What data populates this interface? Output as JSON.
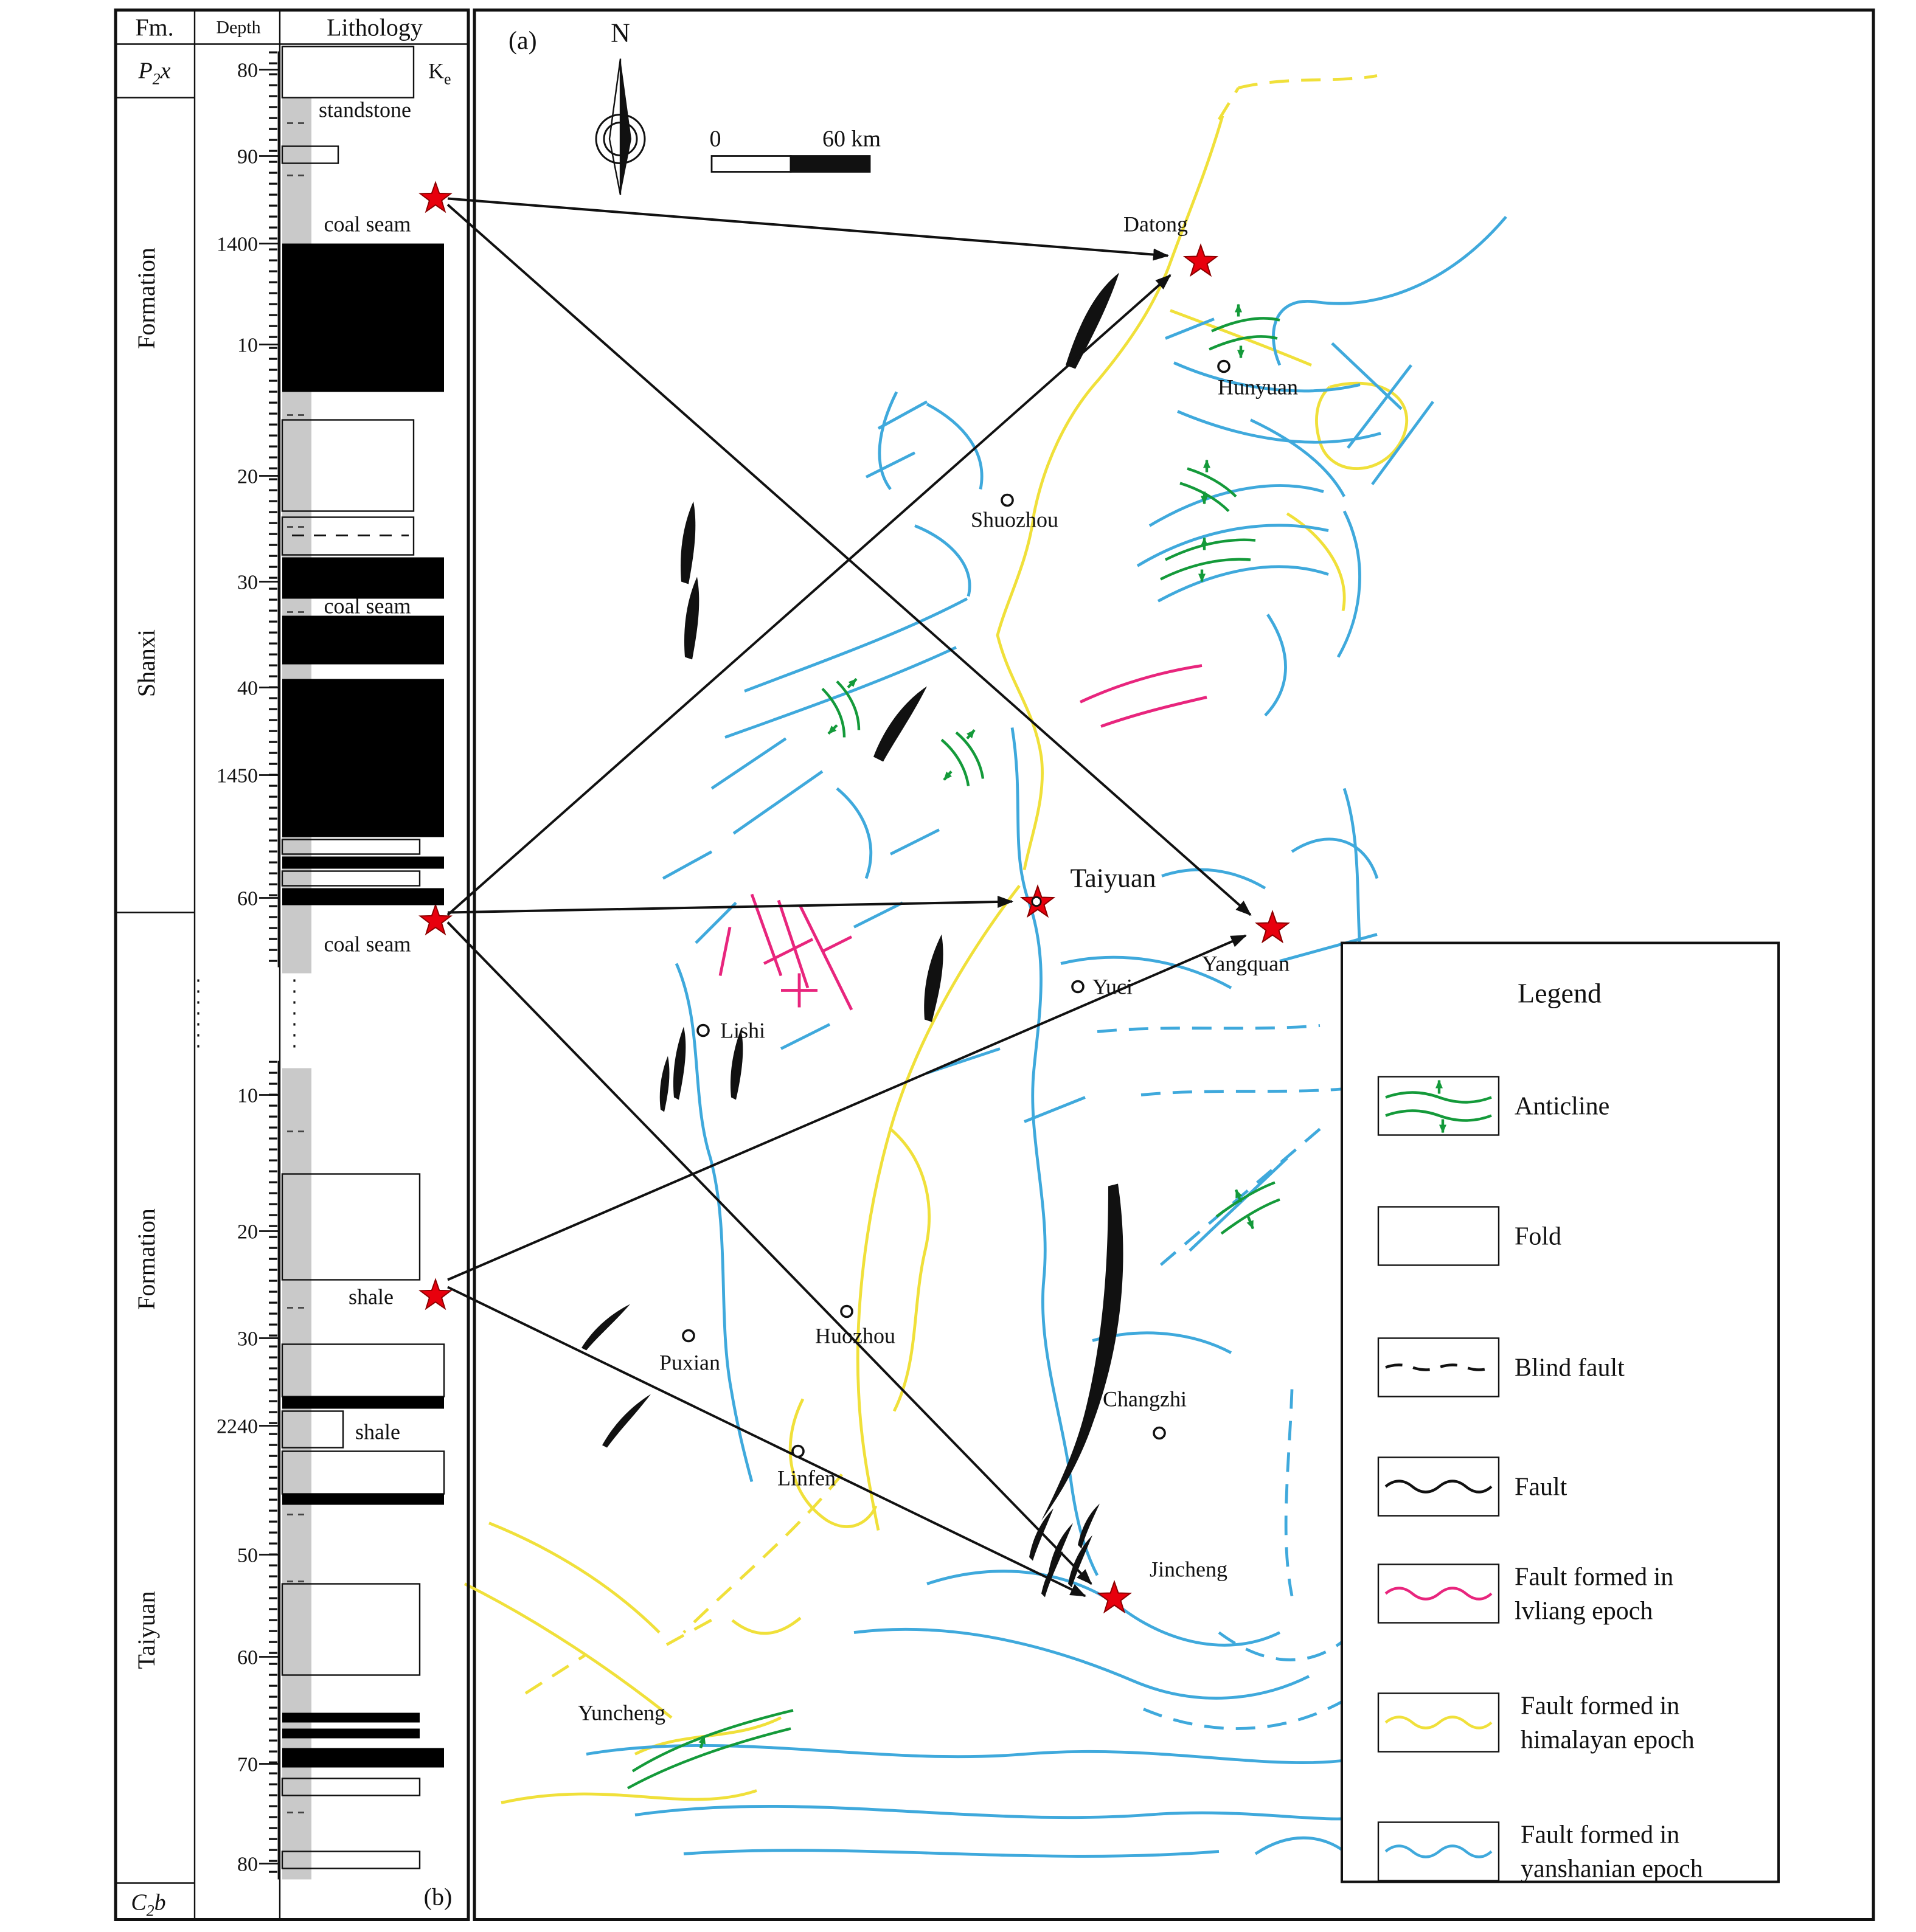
{
  "colors": {
    "star_red": "#e8000d",
    "fault_yanshanian": "#3fa9dc",
    "fault_himalayan": "#f0e03a",
    "fault_lvliang": "#e8257d",
    "anticline_green": "#149a3a",
    "coal_black": "#000000",
    "sandstone_yellow": "#f9ee6a",
    "limestone_blue": "#bfe6f8",
    "column_gray": "#c9c9c9"
  },
  "panel": {
    "a_label": "(a)",
    "b_label": "(b)"
  },
  "strat": {
    "headers": {
      "fm": "Fm.",
      "depth": "Depth",
      "lithology": "Lithology"
    },
    "fm_top": {
      "main": "P",
      "sub": "2",
      "tail": "x"
    },
    "fm_bottom": {
      "main": "C",
      "sub": "2",
      "tail": "b"
    },
    "k_label": {
      "main": "K",
      "sub": "e"
    },
    "formations": {
      "shanxi_fm": "Formation",
      "shanxi_name": "Shanxi",
      "taiyuan_fm": "Formation",
      "taiyuan_name": "Taiyuan"
    },
    "labels": {
      "sandstone": "standstone",
      "coal1": "coal seam",
      "coal2": "coal seam",
      "coal3": "coal seam",
      "shale1": "shale",
      "shale2": "shale"
    },
    "depths_upper": [
      "80",
      "90",
      "1400",
      "10",
      "20",
      "30",
      "40",
      "1450",
      "60"
    ],
    "depths_lower": [
      "10",
      "20",
      "30",
      "2240",
      "50",
      "60",
      "70",
      "80"
    ]
  },
  "map": {
    "north": "N",
    "scale": {
      "zero": "0",
      "end": "60 km"
    },
    "cities": [
      {
        "name": "Datong"
      },
      {
        "name": "Hunyuan"
      },
      {
        "name": "Shuozhou"
      },
      {
        "name": "Taiyuan"
      },
      {
        "name": "Yuci"
      },
      {
        "name": "Yangquan"
      },
      {
        "name": "Lishi"
      },
      {
        "name": "Huozhou"
      },
      {
        "name": "Puxian"
      },
      {
        "name": "Changzhi"
      },
      {
        "name": "Linfen"
      },
      {
        "name": "Jincheng"
      },
      {
        "name": "Yuncheng"
      }
    ]
  },
  "legend": {
    "title": "Legend",
    "items": [
      {
        "label": "Anticline"
      },
      {
        "label": "Fold"
      },
      {
        "label": "Blind fault"
      },
      {
        "label": "Fault"
      },
      {
        "line1": "Fault formed in",
        "line2": "lvliang epoch"
      },
      {
        "line1": "Fault formed in",
        "line2": "himalayan epoch"
      },
      {
        "line1": "Fault formed in",
        "line2": "yanshanian epoch"
      }
    ]
  }
}
